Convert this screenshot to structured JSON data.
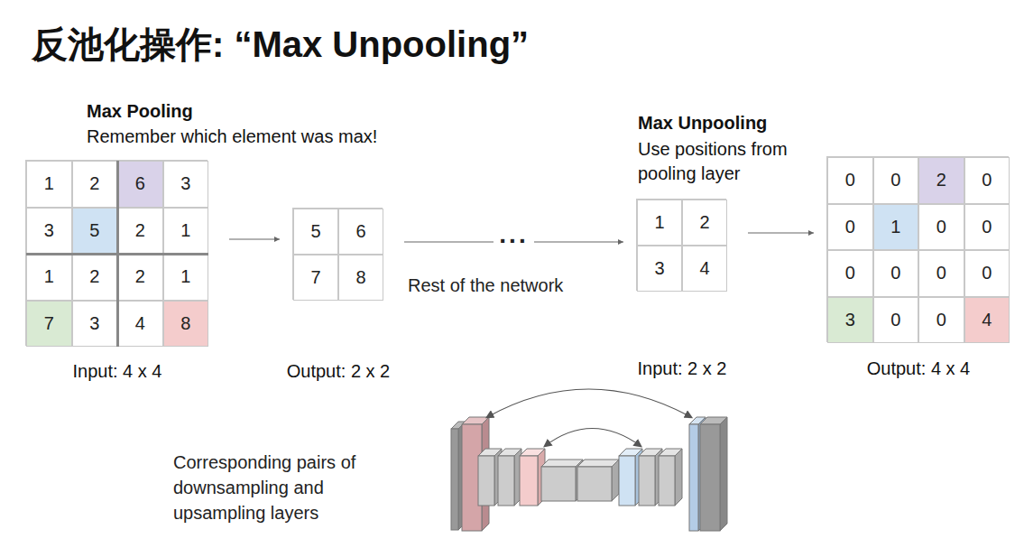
{
  "diagram": {
    "title": "反池化操作: “Max Unpooling”",
    "nodes": [
      {
        "text": [
          "Max Pooling",
          "Remember which element was max!",
          "Input: 4 x 4"
        ]
      },
      {
        "text": [
          "Output: 2 x 2"
        ]
      },
      {
        "text": [
          "Max Unpooling",
          "Use positions from pooling layer",
          "Input: 2 x 2"
        ]
      },
      {
        "text": [
          "Output: 4 x 4"
        ]
      }
    ],
    "edges": [
      {
        "from": 0,
        "to": 1,
        "arrow": "to"
      },
      {
        "from": 1,
        "to": 2,
        "arrow": "to",
        "label": "..."
      },
      {
        "from": 2,
        "to": 3,
        "arrow": "to"
      }
    ],
    "labels": [
      "1",
      "2",
      "6",
      "3",
      "3",
      "5",
      "2",
      "1",
      "1",
      "2",
      "2",
      "1",
      "7",
      "3",
      "4",
      "8",
      "5",
      "6",
      "7",
      "8",
      "Rest of the network",
      "1",
      "2",
      "3",
      "4",
      "0",
      "0",
      "2",
      "0",
      "0",
      "1",
      "0",
      "0",
      "0",
      "0",
      "0",
      "0",
      "3",
      "0",
      "0",
      "4",
      "Corresponding pairs of downsampling and upsampling layers"
    ]
  }
}
